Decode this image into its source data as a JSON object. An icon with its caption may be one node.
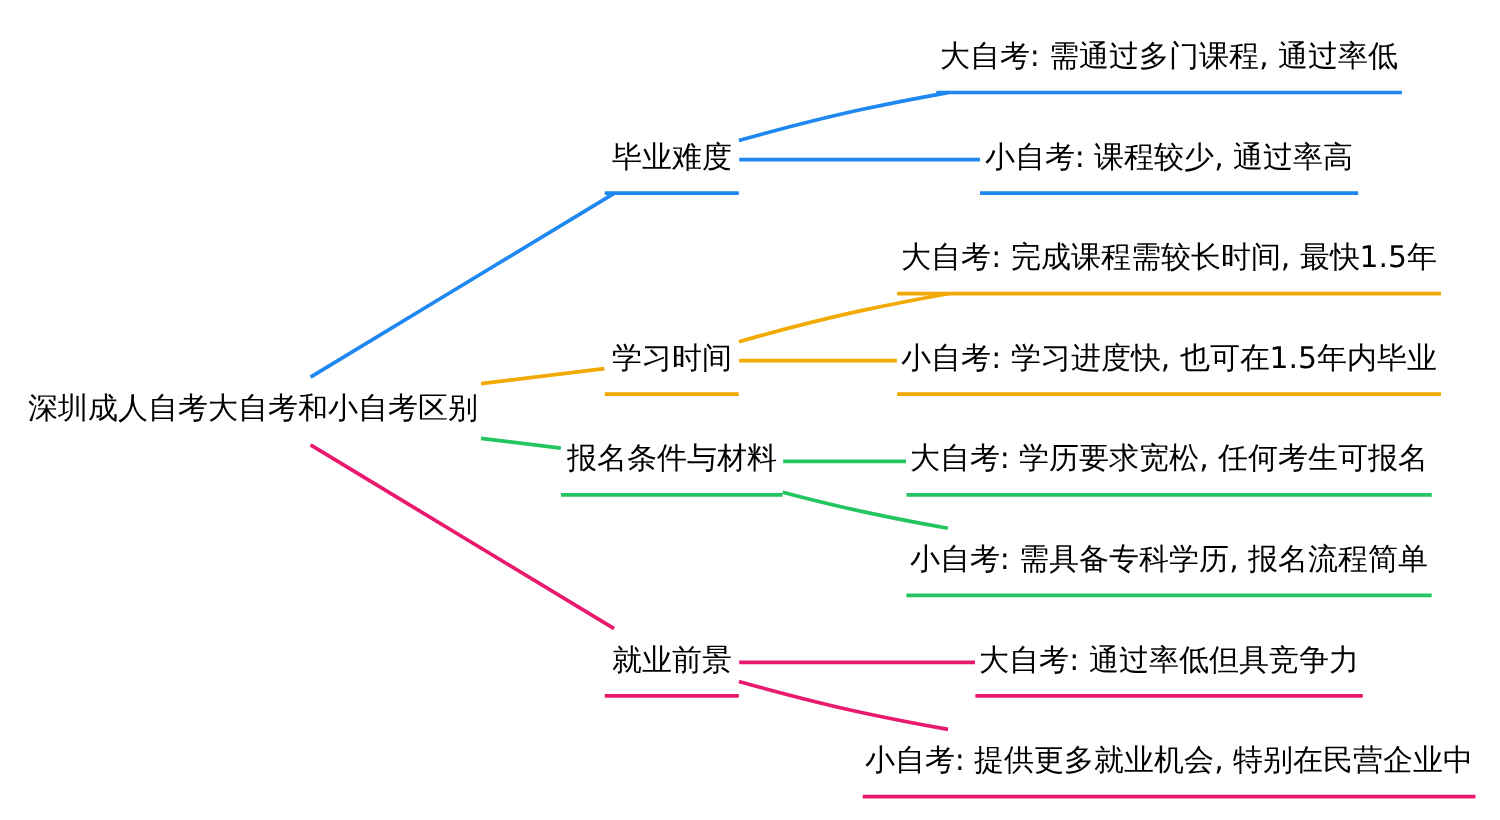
{
  "diagram": {
    "nodes": [
      {
        "text": [
          "深圳成人自考大自考和小自考区别"
        ]
      },
      {
        "text": [
          "毕业难度"
        ]
      },
      {
        "text": [
          "大自考: 需通过多门课程, 通过率低"
        ]
      },
      {
        "text": [
          "小自考: 课程较少, 通过率高"
        ]
      },
      {
        "text": [
          "学习时间"
        ]
      },
      {
        "text": [
          "大自考: 完成课程需较长时间, 最快1.5年"
        ]
      },
      {
        "text": [
          "小自考: 学习进度快, 也可在1.5年内毕业"
        ]
      },
      {
        "text": [
          "报名条件与材料"
        ]
      },
      {
        "text": [
          "大自考: 学历要求宽松, 任何考生可报名"
        ]
      },
      {
        "text": [
          "小自考: 需具备专科学历, 报名流程简单"
        ]
      },
      {
        "text": [
          "就业前景"
        ]
      },
      {
        "text": [
          "大自考: 通过率低但具竞争力"
        ]
      },
      {
        "text": [
          "小自考: 提供更多就业机会, 特别在民营企业中"
        ]
      }
    ],
    "edges": [
      {
        "from": 0,
        "to": 1,
        "arrow": "none",
        "color": "#1e88f0"
      },
      {
        "from": 1,
        "to": 2,
        "arrow": "none",
        "color": "#1e88f0"
      },
      {
        "from": 1,
        "to": 3,
        "arrow": "none",
        "color": "#1e88f0"
      },
      {
        "from": 0,
        "to": 4,
        "arrow": "none",
        "color": "#f2a900"
      },
      {
        "from": 4,
        "to": 5,
        "arrow": "none",
        "color": "#f2a900"
      },
      {
        "from": 4,
        "to": 6,
        "arrow": "none",
        "color": "#f2a900"
      },
      {
        "from": 0,
        "to": 7,
        "arrow": "none",
        "color": "#22c55e"
      },
      {
        "from": 7,
        "to": 8,
        "arrow": "none",
        "color": "#22c55e"
      },
      {
        "from": 7,
        "to": 9,
        "arrow": "none",
        "color": "#22c55e"
      },
      {
        "from": 0,
        "to": 10,
        "arrow": "none",
        "color": "#e8196e"
      },
      {
        "from": 10,
        "to": 11,
        "arrow": "none",
        "color": "#e8196e"
      },
      {
        "from": 10,
        "to": 12,
        "arrow": "none",
        "color": "#e8196e"
      }
    ]
  }
}
